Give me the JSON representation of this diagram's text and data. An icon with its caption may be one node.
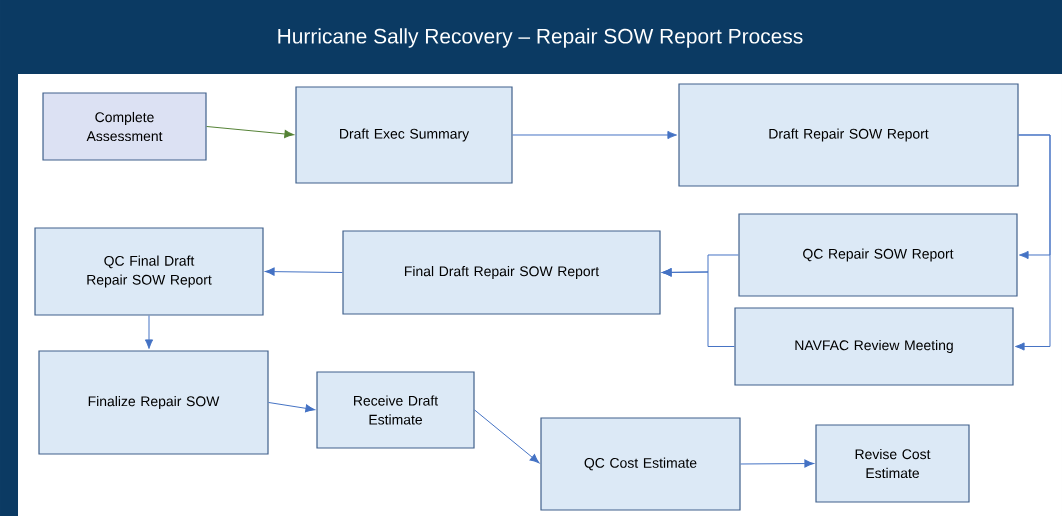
{
  "diagram": {
    "title": "Hurricane Sally Recovery – Repair SOW Report Process",
    "nodes": [
      {
        "text": [
          "Complete Assessment"
        ]
      },
      {
        "text": [
          "Draft Exec Summary"
        ]
      },
      {
        "text": [
          "Draft Repair SOW Report"
        ]
      },
      {
        "text": [
          "QC Final Draft Repair SOW Report"
        ]
      },
      {
        "text": [
          "Final Draft Repair SOW Report"
        ]
      },
      {
        "text": [
          "QC Repair SOW Report"
        ]
      },
      {
        "text": [
          "NAVFAC Review Meeting"
        ]
      },
      {
        "text": [
          "Finalize Repair SOW"
        ]
      },
      {
        "text": [
          "Receive Draft Estimate"
        ]
      },
      {
        "text": [
          "QC Cost Estimate"
        ]
      },
      {
        "text": [
          "Revise Cost Estimate"
        ]
      }
    ],
    "edges": [
      {
        "from": 0,
        "to": 1,
        "arrow": "to",
        "color": "#548235"
      },
      {
        "from": 1,
        "to": 2,
        "arrow": "to"
      },
      {
        "from": 2,
        "to": 5,
        "arrow": "to"
      },
      {
        "from": 2,
        "to": 6,
        "arrow": "to"
      },
      {
        "from": 5,
        "to": 4,
        "arrow": "to"
      },
      {
        "from": 6,
        "to": 4,
        "arrow": "to"
      },
      {
        "from": 4,
        "to": 3,
        "arrow": "to"
      },
      {
        "from": 3,
        "to": 7,
        "arrow": "to"
      },
      {
        "from": 7,
        "to": 8,
        "arrow": "to"
      },
      {
        "from": 8,
        "to": 9,
        "arrow": "to"
      },
      {
        "from": 9,
        "to": 10,
        "arrow": "to"
      }
    ]
  }
}
